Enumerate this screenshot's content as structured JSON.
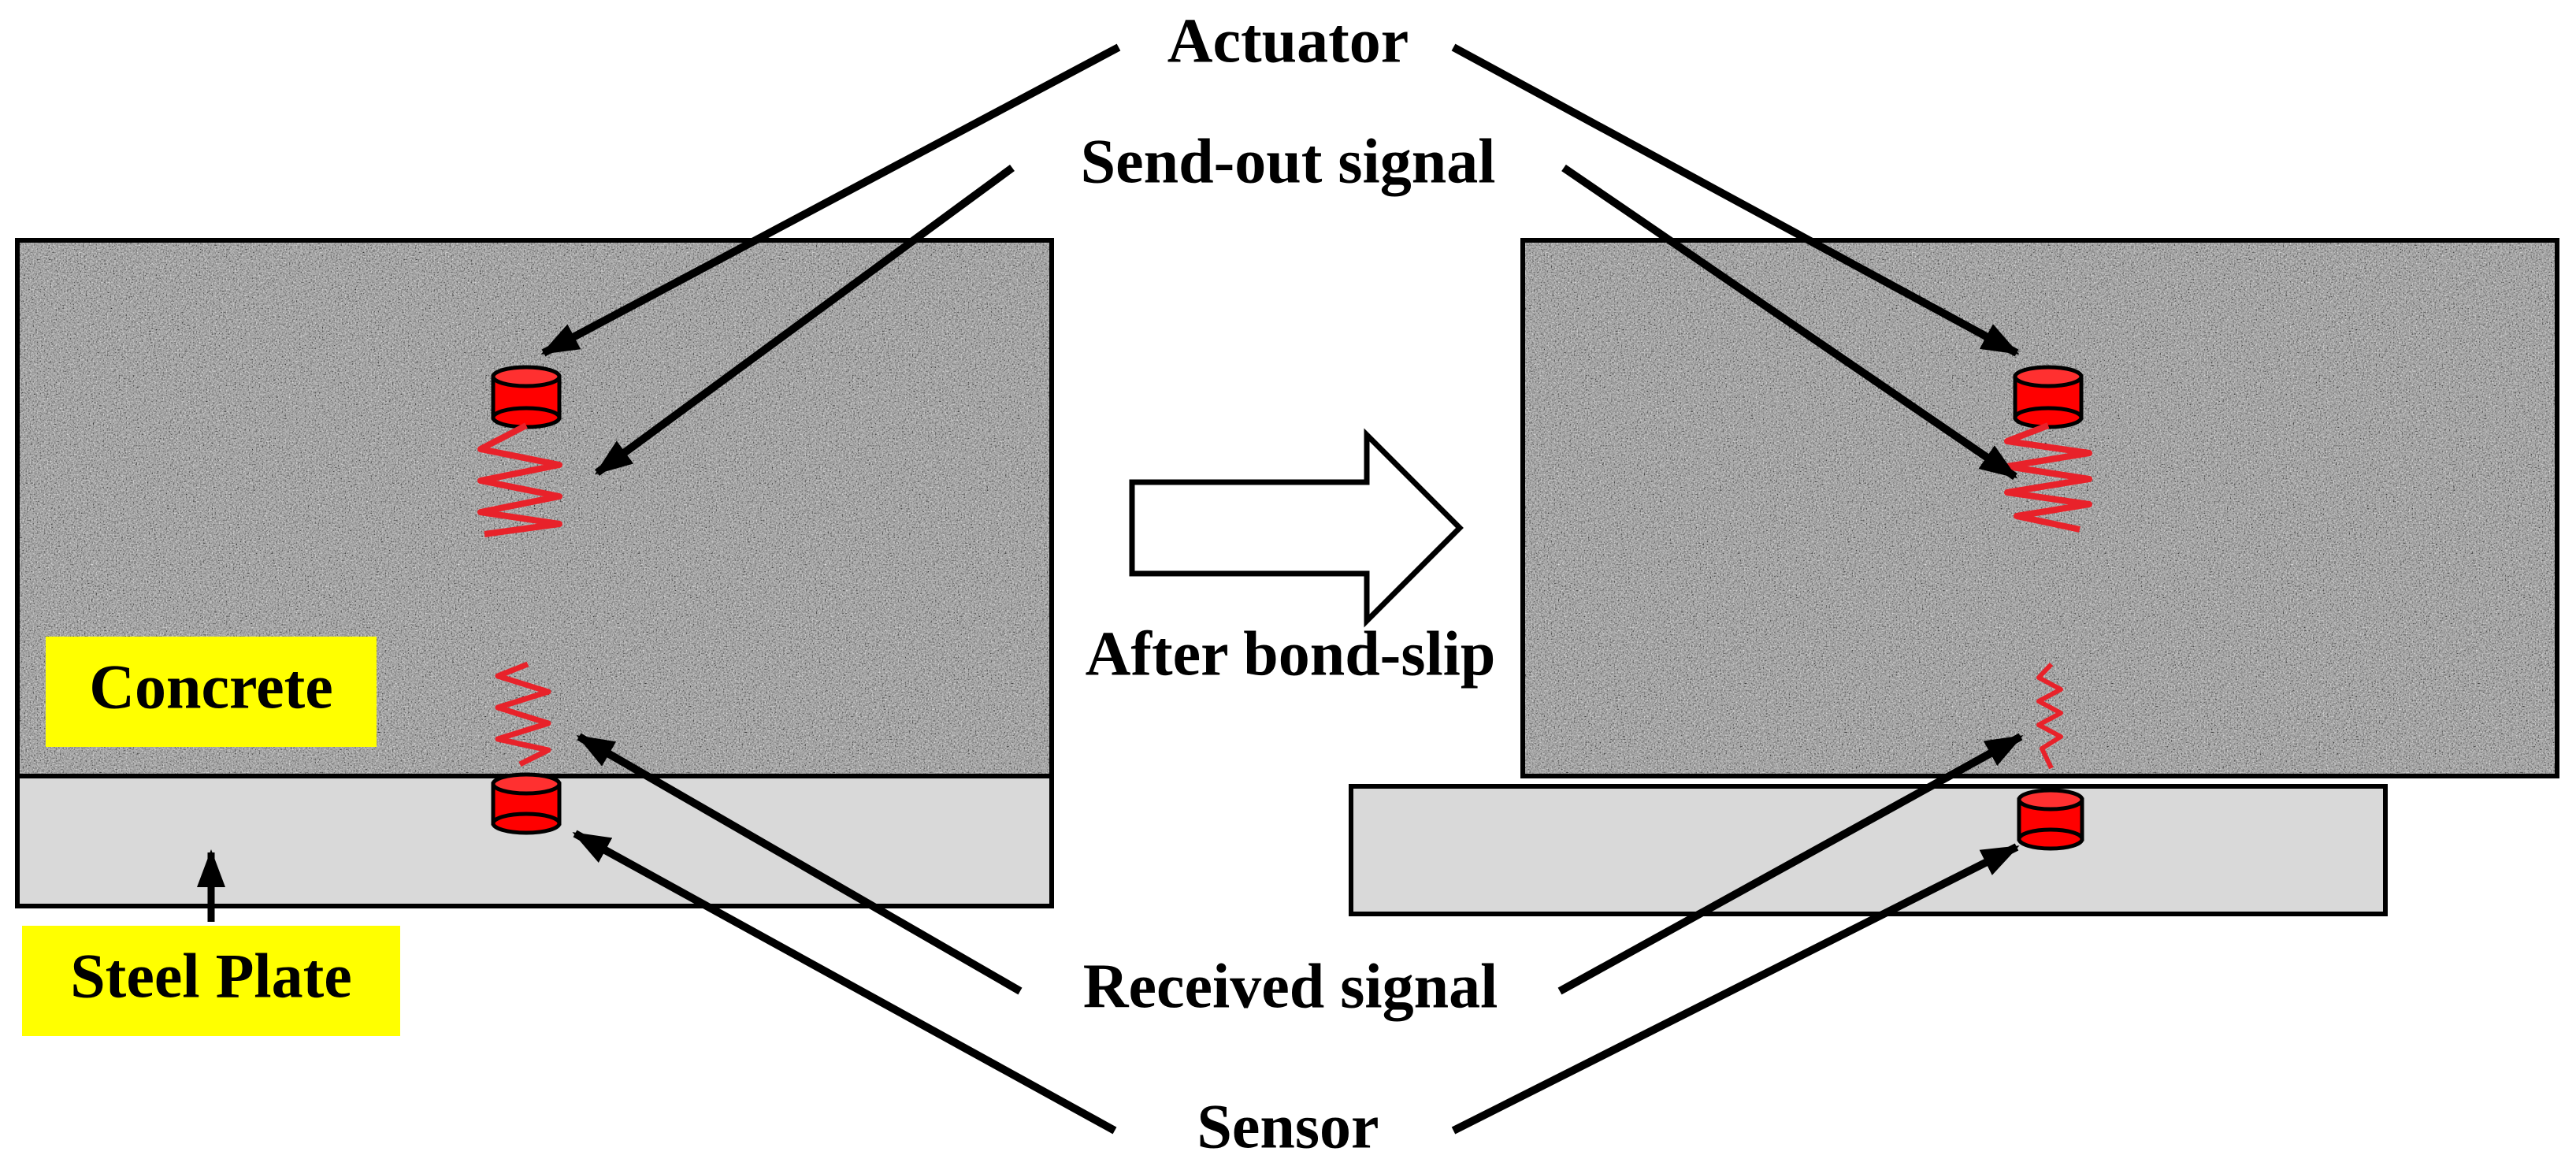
{
  "labels": {
    "actuator": "Actuator",
    "send_out_signal": "Send-out signal",
    "after_bond_slip": "After bond-slip",
    "received_signal": "Received signal",
    "sensor": "Sensor",
    "concrete": "Concrete",
    "steel_plate": "Steel Plate"
  },
  "colors": {
    "concrete_base": "#9a9a9a",
    "steel": "#d9d9d9",
    "piezo": "#ff0000",
    "signal_wave": "#e8222a",
    "tag_background": "#ffff00",
    "line": "#000000"
  }
}
